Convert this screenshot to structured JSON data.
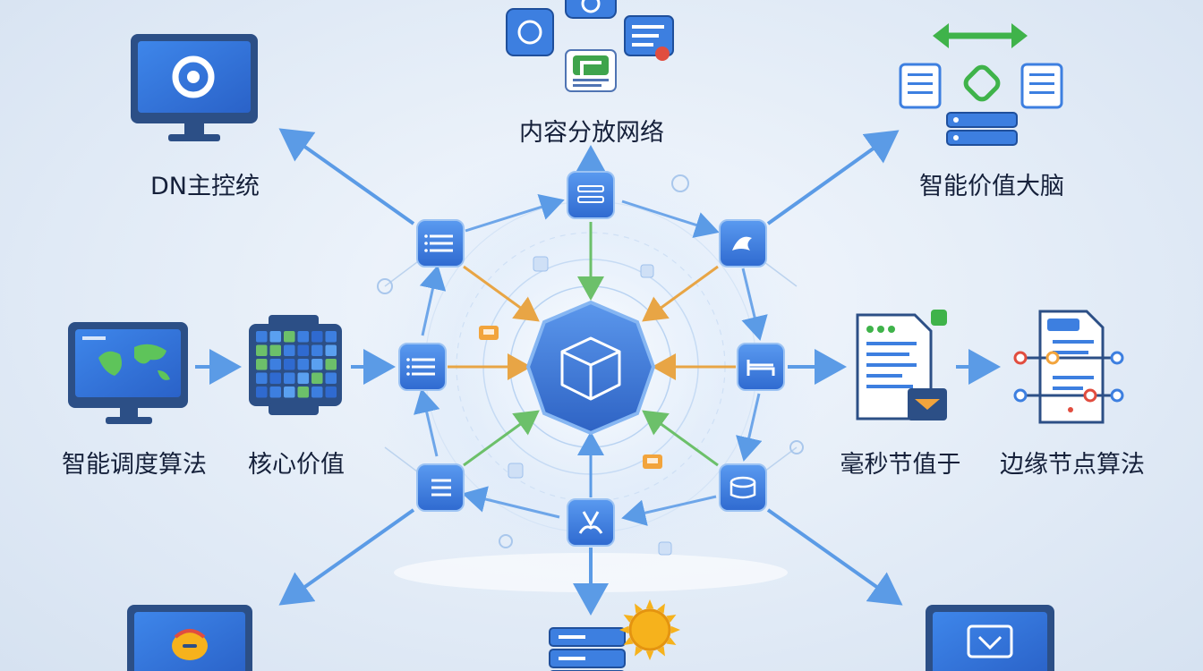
{
  "labels": {
    "top_left": "DN主控统",
    "top_center": "内容分放网络",
    "top_right": "智能价值大脑",
    "left_far": "智能调度算法",
    "left_near": "核心价值",
    "right_near": "毫秒节值于",
    "right_far": "边缘节点算法"
  },
  "colors": {
    "arrow_blue": "#5b9be6",
    "arrow_orange": "#e8a545",
    "arrow_green": "#6cc06a",
    "node_blue": "#3d7fe0",
    "hub_blue": "#3a78d8",
    "monitor_frame": "#2c4f86",
    "sun": "#f6b21c"
  },
  "icons": {
    "hub": "cube-icon",
    "ring_nodes": [
      "list-icon",
      "server-icon",
      "dragon-icon",
      "list-icon",
      "bed-icon",
      "list-icon",
      "person-icon",
      "database-icon"
    ],
    "satellites": [
      "monitor-icon",
      "app-cluster-icon",
      "network-cluster-icon",
      "world-map-monitor-icon",
      "grid-board-icon",
      "document-icon",
      "flow-document-icon",
      "monitor-icon",
      "server-sun-icon",
      "monitor-icon"
    ]
  }
}
